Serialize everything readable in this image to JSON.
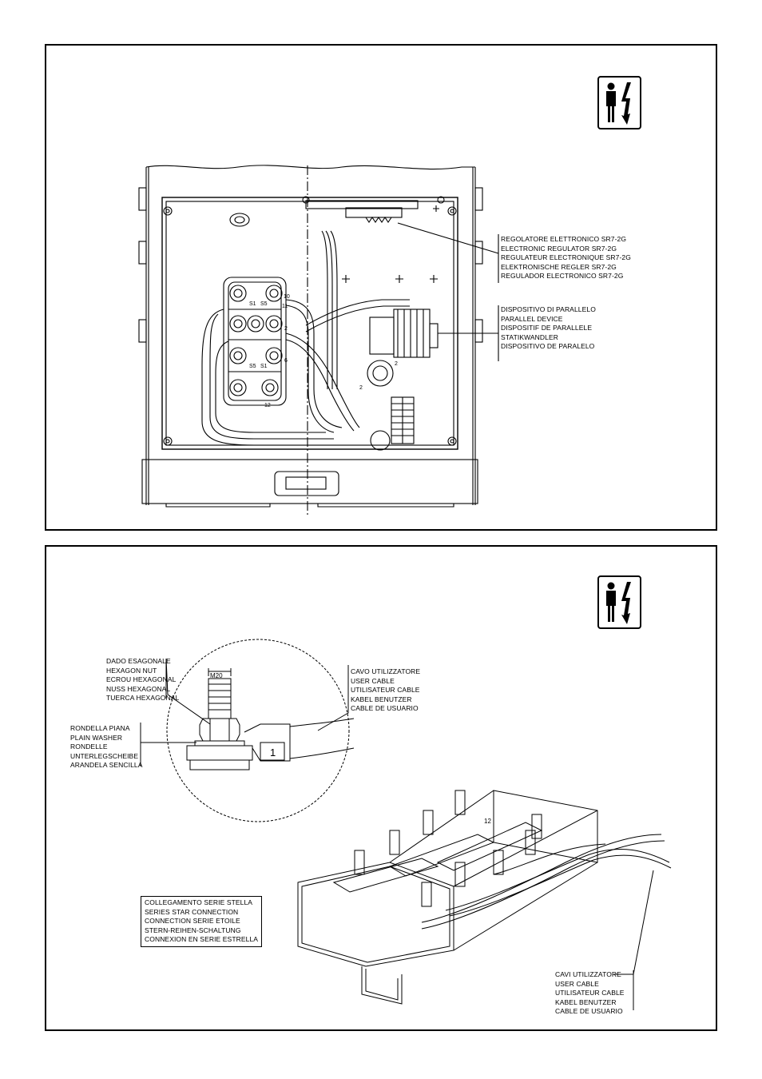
{
  "top_panel": {
    "regulator_labels": [
      "REGOLATORE ELETTRONICO SR7-2G",
      "ELECTRONIC REGULATOR SR7-2G",
      "REGULATEUR ELECTRONIQUE SR7-2G",
      "ELEKTRONISCHE REGLER SR7-2G",
      "REGULADOR ELECTRONICO SR7-2G"
    ],
    "parallel_labels": [
      "DISPOSITIVO DI PARALLELO",
      "PARALLEL DEVICE",
      "DISPOSITIF DE PARALLELE",
      "STATIKWANDLER",
      "DISPOSITIVO DE PARALELO"
    ],
    "terminal_numbers": [
      "10",
      "11",
      "2",
      "6",
      "2",
      "2",
      "12"
    ],
    "terminal_codes": [
      "S1",
      "S5",
      "S5",
      "S1"
    ]
  },
  "bottom_panel": {
    "nut_labels": [
      "DADO ESAGONALE",
      "HEXAGON NUT",
      "ECROU HEXAGONAL",
      "NUSS HEXAGONAL",
      "TUERCA HEXAGONAL"
    ],
    "washer_labels": [
      "RONDELLA PIANA",
      "PLAIN WASHER",
      "RONDELLE",
      "UNTERLEGSCHEIBE",
      "ARANDELA SENCILLA"
    ],
    "user_cable_labels": [
      "CAVO UTILIZZATORE",
      "USER CABLE",
      "UTILISATEUR CABLE",
      "KABEL BENUTZER",
      "CABLE DE USUARIO"
    ],
    "connection_labels": [
      "COLLEGAMENTO SERIE STELLA",
      "SERIES STAR CONNECTION",
      "CONNECTION SERIE ETOILE",
      "STERN-REIHEN-SCHALTUNG",
      "CONNEXION EN SERIE ESTRELLA"
    ],
    "user_cables_labels": [
      "CAVI UTILIZZATORE",
      "USER CABLE",
      "UTILISATEUR CABLE",
      "KABEL BENUTZER",
      "CABLE DE USUARIO"
    ],
    "bolt_size": "M20",
    "cable_number": "1",
    "lug_number": "12"
  },
  "icons": [
    "electrician-warning-icon",
    "electrician-warning-icon"
  ]
}
